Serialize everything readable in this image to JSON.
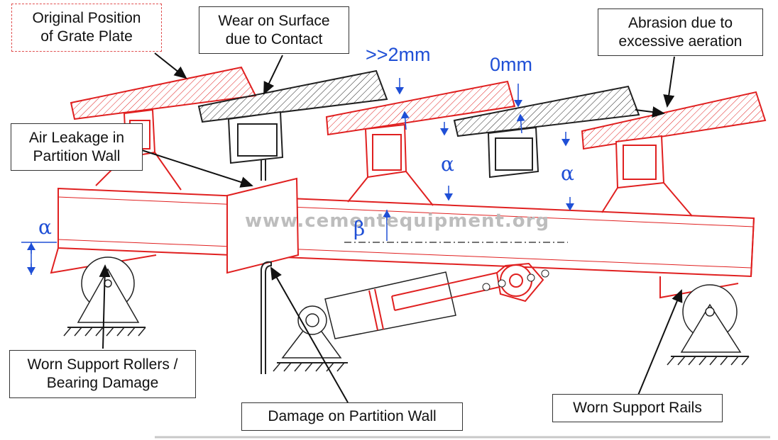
{
  "callouts": {
    "original_position": [
      "Original Position",
      "of Grate Plate"
    ],
    "wear_surface": [
      "Wear on Surface",
      "due to Contact"
    ],
    "abrasion": [
      "Abrasion due to",
      "excessive aeration"
    ],
    "air_leakage": [
      "Air Leakage in",
      "Partition Wall"
    ],
    "worn_rollers": [
      "Worn Support Rollers /",
      "Bearing Damage"
    ],
    "partition_damage": "Damage on Partition Wall",
    "worn_rails": "Worn Support Rails"
  },
  "measurements": {
    "gap_large": ">>2mm",
    "gap_zero": "0mm"
  },
  "symbols": {
    "alpha": "α",
    "beta": "β"
  },
  "watermark": "www.cementequipment.org",
  "colors": {
    "worn_part": "#e02020",
    "reference_part": "#222222",
    "dimension": "#1f4fd6",
    "dashed_border": "#e05050"
  }
}
